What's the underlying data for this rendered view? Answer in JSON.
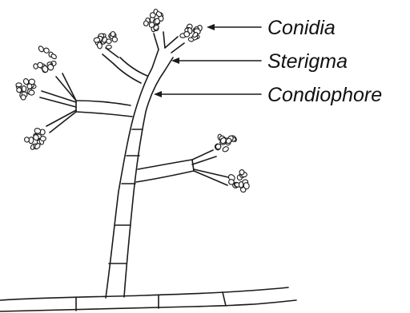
{
  "labels": {
    "conidia": "Conidia",
    "sterigma": "Sterigma",
    "conidiophore": "Condiophore"
  },
  "colors": {
    "line": "#1a1a1a",
    "background": "#ffffff"
  }
}
